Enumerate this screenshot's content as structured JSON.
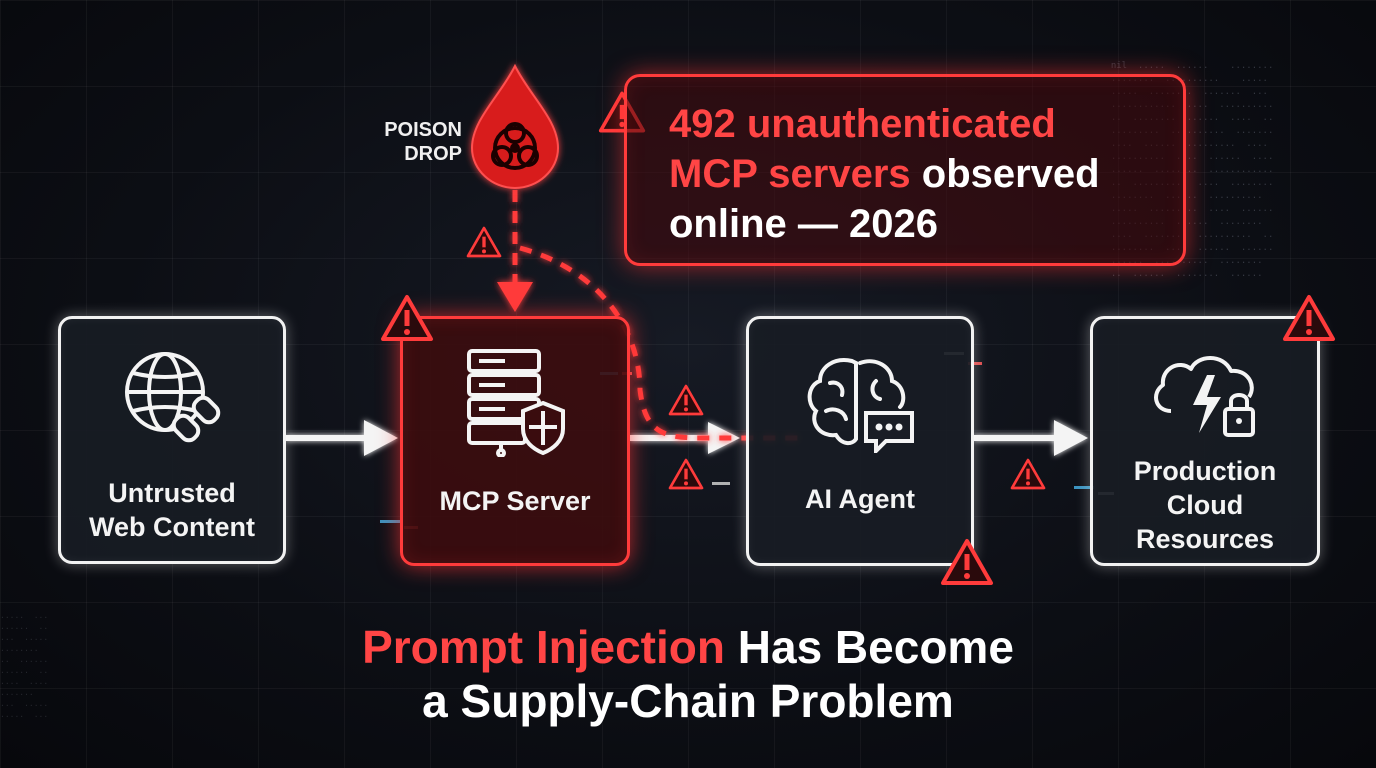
{
  "poison": {
    "line1": "POISON",
    "line2": "DROP",
    "icon": "biohazard-drop-icon"
  },
  "callout": {
    "part1": "492 unauthenticated",
    "part2": "MCP servers",
    "part3": " observed",
    "part4": "online — 2026"
  },
  "nodes": {
    "web": {
      "label1": "Untrusted",
      "label2": "Web Content",
      "icon": "globe-broken-link-icon"
    },
    "mcp": {
      "label": "MCP Server",
      "icon": "server-shield-icon"
    },
    "agent": {
      "label": "AI Agent",
      "icon": "brain-chat-icon"
    },
    "cloud": {
      "label1": "Production",
      "label2": "Cloud",
      "label3": "Resources",
      "icon": "cloud-lock-icon"
    }
  },
  "headline": {
    "red": "Prompt Injection",
    "white1": " Has Become",
    "line2": "a Supply-Chain Problem"
  },
  "colors": {
    "accent_red": "#ff3b3b",
    "node_border": "#f2f2f2",
    "background": "#0c0e14"
  }
}
